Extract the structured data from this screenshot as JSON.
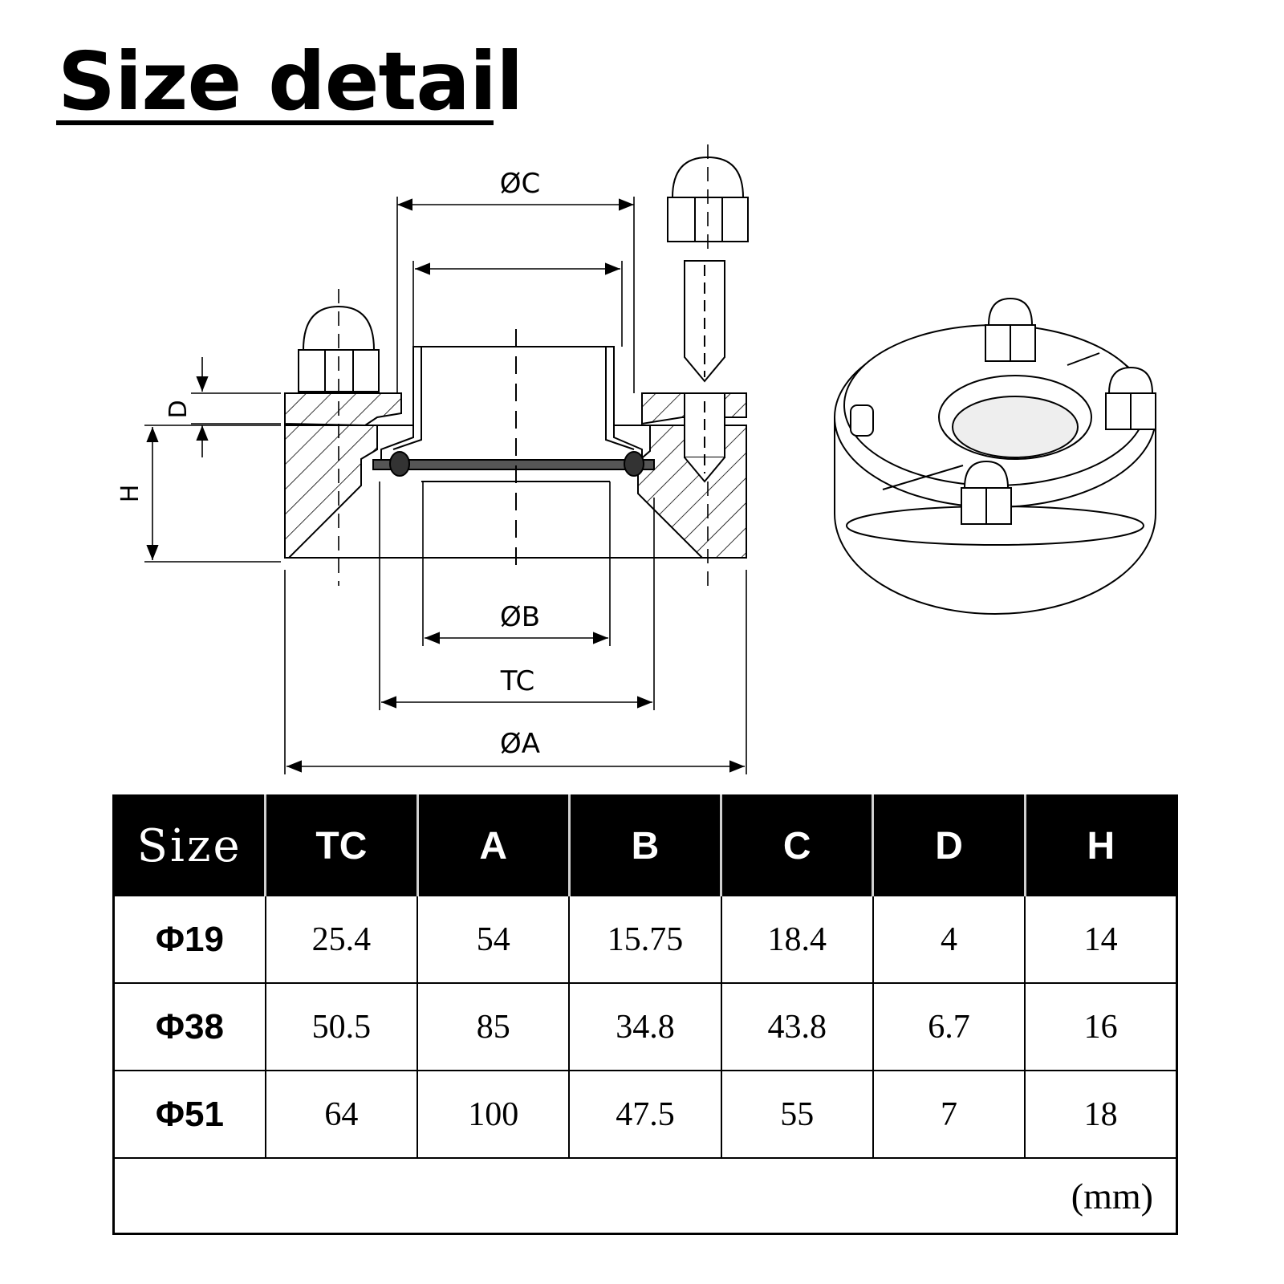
{
  "title": "Size detail",
  "labels": {
    "dim_c": "ØC",
    "dim_b": "ØB",
    "dim_tc": "TC",
    "dim_a": "ØA",
    "dim_d": "D",
    "dim_h": "H"
  },
  "table": {
    "headers": [
      "Size",
      "TC",
      "A",
      "B",
      "C",
      "D",
      "H"
    ],
    "rows": [
      [
        "Φ19",
        "25.4",
        "54",
        "15.75",
        "18.4",
        "4",
        "14"
      ],
      [
        "Φ38",
        "50.5",
        "85",
        "34.8",
        "43.8",
        "6.7",
        "16"
      ],
      [
        "Φ51",
        "64",
        "100",
        "47.5",
        "55",
        "7",
        "18"
      ]
    ],
    "unit": "(mm)"
  }
}
